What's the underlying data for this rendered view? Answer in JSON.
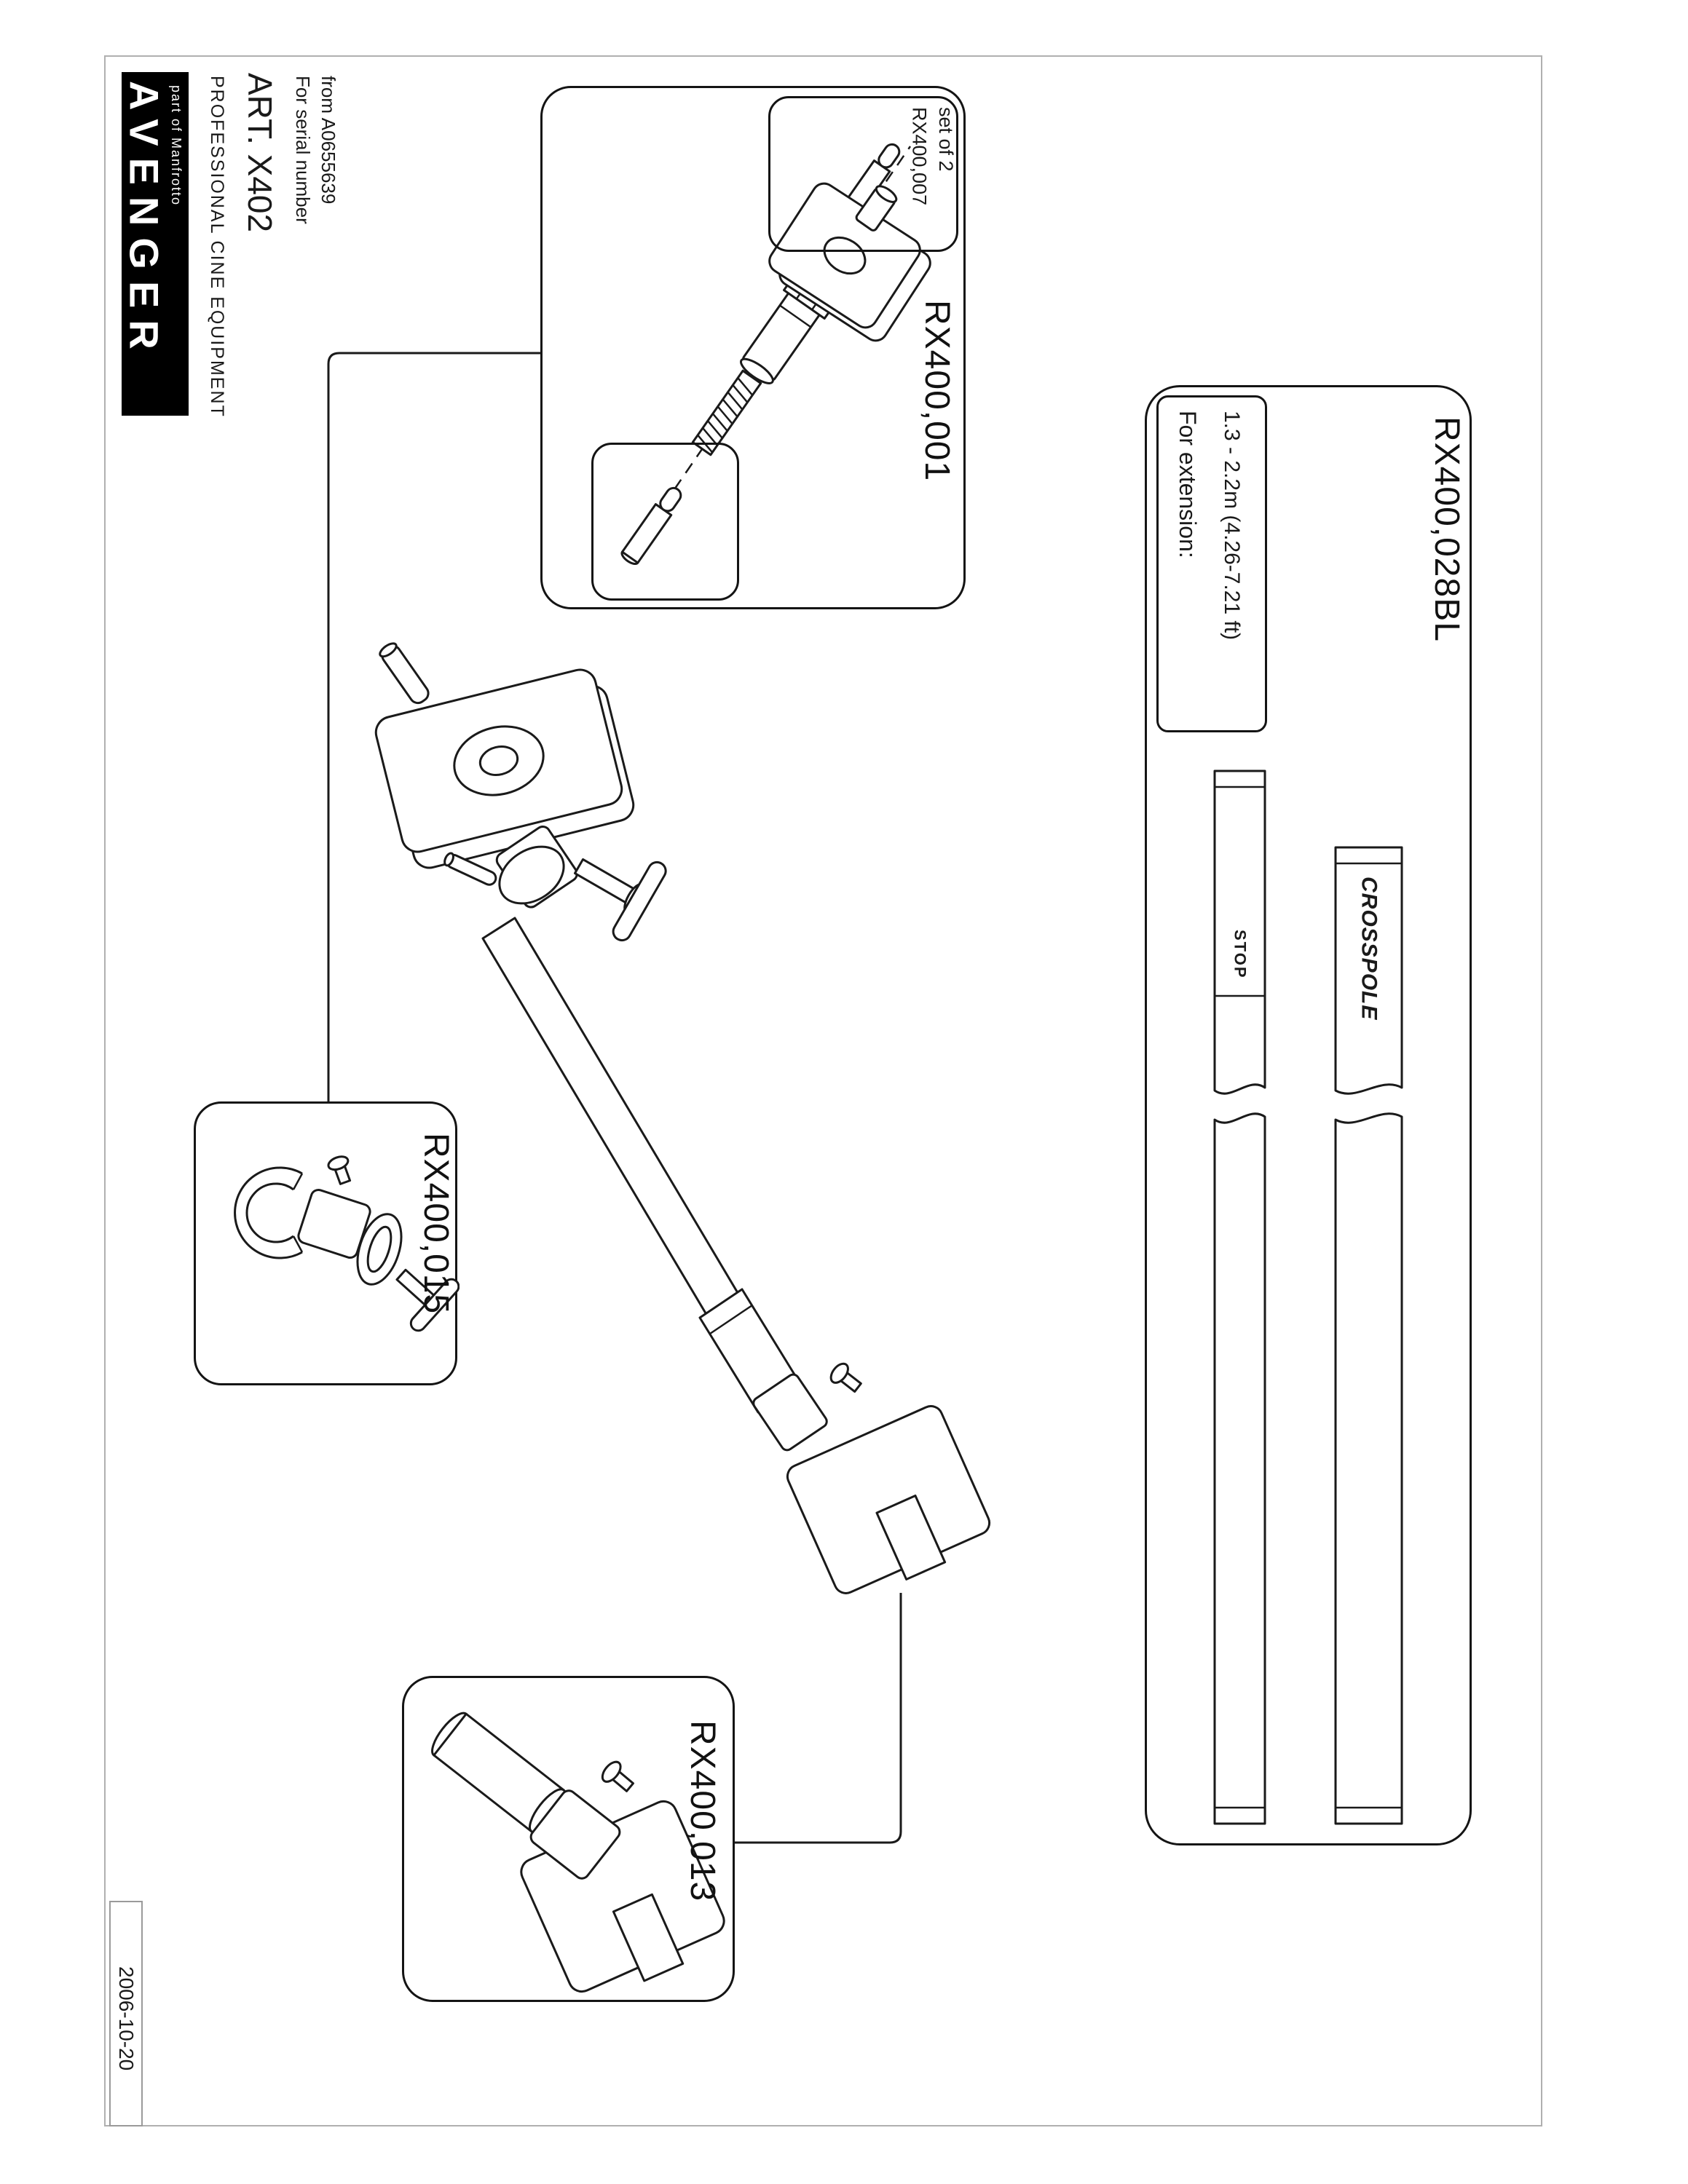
{
  "header": {
    "brand": "AVENGER",
    "brand_sub": "part of Manfrotto",
    "tagline": "PROFESSIONAL CINE EQUIPMENT",
    "article": "ART. X402",
    "serial_line1": "For serial number",
    "serial_line2": "from A0655639"
  },
  "panels": {
    "spigot": {
      "label": "RX400,001",
      "pin_label": "RX400,007",
      "pin_qty": "set of 2"
    },
    "swivel_clamp": {
      "label": "RX400,015"
    },
    "end_clamp": {
      "label": "RX400,013"
    },
    "extension": {
      "label": "RX400,028BL",
      "title": "For extension:",
      "range": "1.3 - 2.2m (4.26-7.21 ft)",
      "stop_marking": "STOP",
      "pole_marking": "CROSSPOLE"
    }
  },
  "footer": {
    "date": "2006-10-20"
  },
  "colors": {
    "line": "#1a1a1a",
    "frame": "#b0b0b0",
    "background": "#ffffff",
    "logo_bg": "#000000"
  }
}
